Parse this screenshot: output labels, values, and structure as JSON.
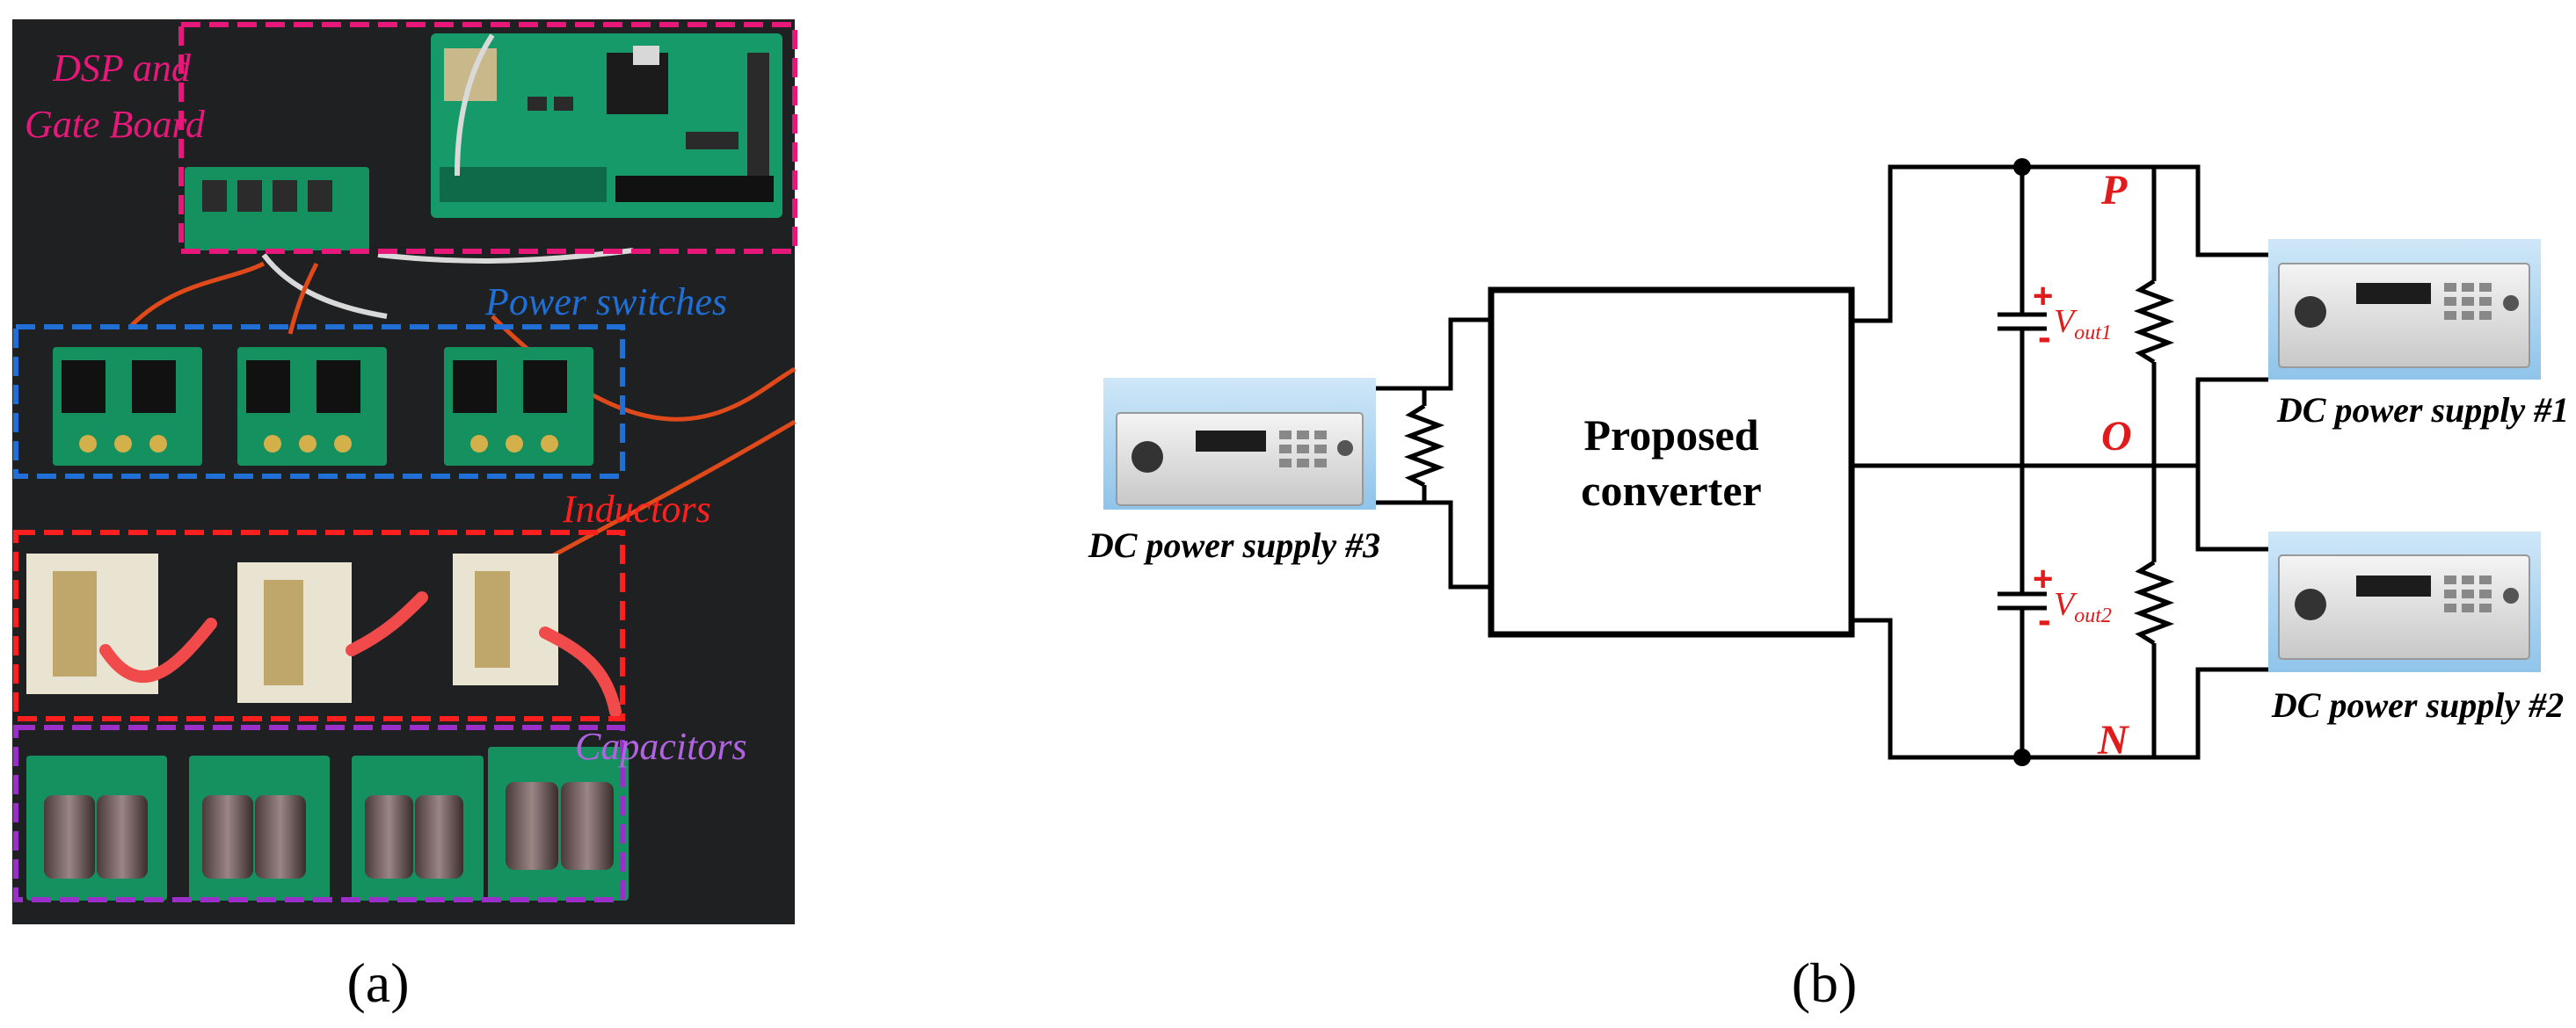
{
  "panel_a": {
    "caption": "(a)",
    "labels": {
      "dsp_line1": "DSP and",
      "dsp_line2": "Gate Board",
      "power_switches": "Power switches",
      "inductors": "Inductors",
      "capacitors": "Capacitors"
    },
    "colors": {
      "dsp": "#e8177a",
      "power_switches": "#1f6fd6",
      "inductors": "#ff1f1f",
      "capacitors": "#9a2fc9"
    }
  },
  "panel_b": {
    "caption": "(b)",
    "converter_line1": "Proposed",
    "converter_line2": "converter",
    "node_p": "P",
    "node_o": "O",
    "node_n": "N",
    "vout1_sub": "out1",
    "vout2_sub": "out2",
    "v_letter": "V",
    "plus": "+",
    "minus": "-",
    "supply1": "DC power supply #1",
    "supply2": "DC power supply #2",
    "supply3": "DC power supply #3",
    "accent_color": "#e01b1b"
  }
}
